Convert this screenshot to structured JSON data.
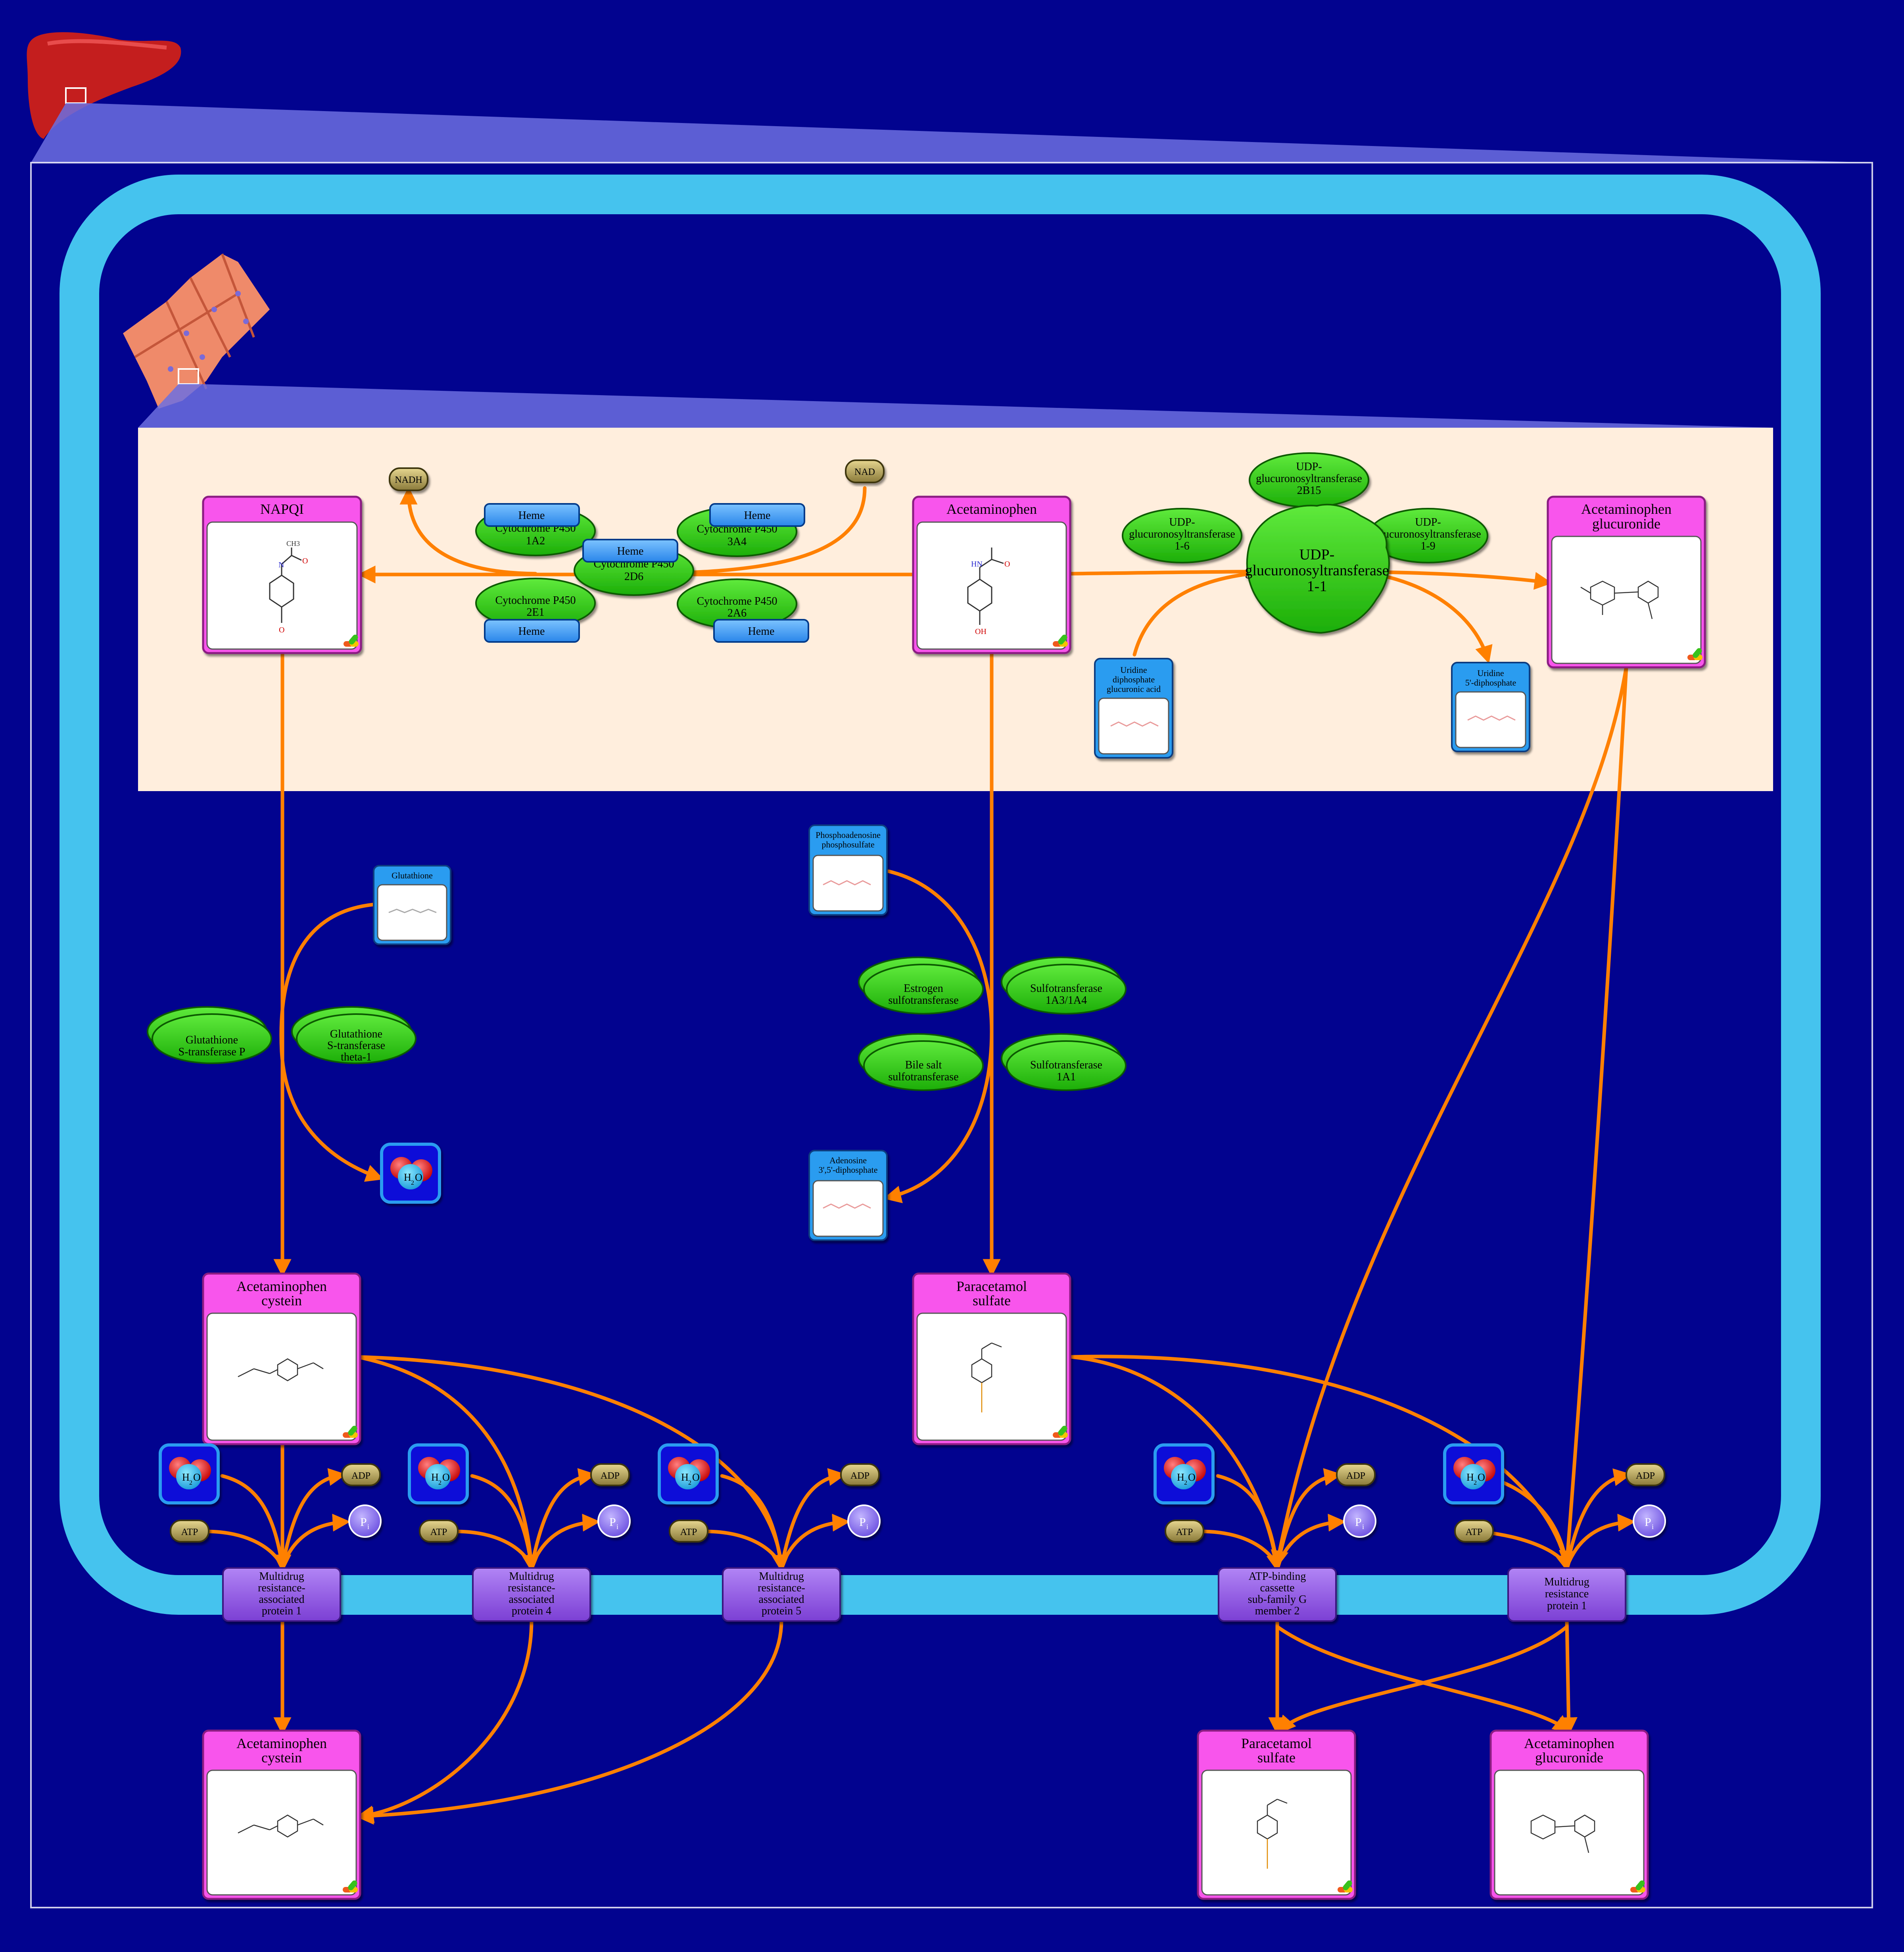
{
  "compartments": {
    "liver_icon": "liver-icon",
    "cell_icon": "hepatocyte-icon",
    "er_region": "endoplasmic-reticulum"
  },
  "metabolites": {
    "napqi": {
      "name": "NAPQI",
      "atoms": [
        "O",
        "N",
        "CH3",
        "O"
      ]
    },
    "acetaminophen": {
      "name": "Acetaminophen",
      "atoms": [
        "O",
        "HN",
        "OH"
      ]
    },
    "acetaminophen_glucuronide": {
      "line1": "Acetaminophen",
      "line2": "glucuronide"
    },
    "acetaminophen_cystein": {
      "line1": "Acetaminophen",
      "line2": "cystein"
    },
    "paracetamol_sulfate": {
      "line1": "Paracetamol",
      "line2": "sulfate"
    },
    "acetaminophen_cystein_out": {
      "line1": "Acetaminophen",
      "line2": "cystein"
    },
    "paracetamol_sulfate_out": {
      "line1": "Paracetamol",
      "line2": "sulfate"
    },
    "acetaminophen_glucuronide_out": {
      "line1": "Acetaminophen",
      "line2": "glucuronide"
    }
  },
  "cofactors": {
    "nadh": "NADH",
    "nad": "NAD",
    "atp": "ATP",
    "adp": "ADP",
    "pi": "P",
    "pi_sub": "i",
    "water": "H",
    "water_sub": "2",
    "water_o": "O"
  },
  "small_molecules": {
    "udpga": {
      "line1": "Uridine",
      "line2": "diphosphate",
      "line3": "glucuronic acid"
    },
    "udp": {
      "line1": "Uridine",
      "line2": "5'-diphosphate"
    },
    "glutathione": {
      "line1": "Glutathione"
    },
    "paps": {
      "line1": "Phosphoadenosine",
      "line2": "phosphosulfate"
    },
    "pap": {
      "line1": "Adenosine",
      "line2": "3',5'-diphosphate"
    }
  },
  "enzymes": {
    "cyp1a2": {
      "line1": "Cytochrome P450",
      "line2": "1A2"
    },
    "cyp3a4": {
      "line1": "Cytochrome P450",
      "line2": "3A4"
    },
    "cyp2d6": {
      "line1": "Cytochrome P450",
      "line2": "2D6"
    },
    "cyp2e1": {
      "line1": "Cytochrome P450",
      "line2": "2E1"
    },
    "cyp2a6": {
      "line1": "Cytochrome P450",
      "line2": "2A6"
    },
    "heme": "Heme",
    "ugt2b15": {
      "line1": "UDP-",
      "line2": "glucuronosyltransferase",
      "line3": "2B15"
    },
    "ugt1a6": {
      "line1": "UDP-",
      "line2": "glucuronosyltransferase",
      "line3": "1-6"
    },
    "ugt1a9": {
      "line1": "UDP-",
      "line2": "glucuronosyltransferase",
      "line3": "1-9"
    },
    "ugt1a1": {
      "line1": "UDP-",
      "line2": "glucuronosyltransferase",
      "line3": "1-1"
    },
    "gstp": {
      "line1": "Glutathione",
      "line2": "S-transferase P"
    },
    "gstt1": {
      "line1": "Glutathione",
      "line2": "S-transferase",
      "line3": "theta-1"
    },
    "sult_estrogen": {
      "line1": "Estrogen",
      "line2": "sulfotransferase"
    },
    "sult1a3": {
      "line1": "Sulfotransferase",
      "line2": "1A3/1A4"
    },
    "sult_bile": {
      "line1": "Bile salt",
      "line2": "sulfotransferase"
    },
    "sult1a1": {
      "line1": "Sulfotransferase",
      "line2": "1A1"
    }
  },
  "transporters": {
    "mrp1": {
      "line1": "Multidrug",
      "line2": "resistance-",
      "line3": "associated",
      "line4": "protein 1"
    },
    "mrp4": {
      "line1": "Multidrug",
      "line2": "resistance-",
      "line3": "associated",
      "line4": "protein 4"
    },
    "mrp5": {
      "line1": "Multidrug",
      "line2": "resistance-",
      "line3": "associated",
      "line4": "protein 5"
    },
    "abcg2": {
      "line1": "ATP-binding",
      "line2": "cassette",
      "line3": "sub-family G",
      "line4": "member 2"
    },
    "mdr1": {
      "line1": "Multidrug",
      "line2": "resistance",
      "line3": "protein 1"
    }
  },
  "colors": {
    "background": "#02038f",
    "membrane": "#45c3ee",
    "er": "#ffeedd",
    "metabolite_header": "#f855ec",
    "enzyme": "#2ed40f",
    "transporter": "#9b5ce8",
    "arrow": "#ff8000",
    "small_molecule": "#2a9cf0"
  }
}
